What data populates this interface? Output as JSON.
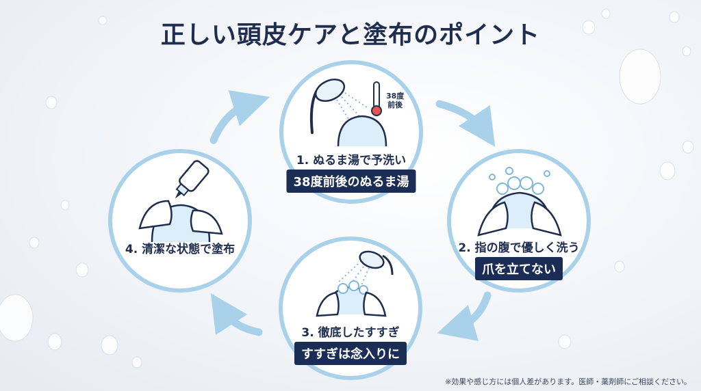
{
  "title": "正しい頭皮ケアと塗布のポイント",
  "steps": [
    {
      "label": "1. ぬるま湯で予洗い",
      "tag": "38度前後のぬるま湯",
      "icon": "shower-head-icon"
    },
    {
      "label": "2. 指の腹で優しく洗う",
      "tag": "爪を立てない",
      "icon": "hands-washing-hair-icon"
    },
    {
      "label": "3. 徹底したすすぎ",
      "tag": "すすぎは念入りに",
      "icon": "shower-rinse-icon"
    },
    {
      "label": "4. 清潔な状態で塗布",
      "tag": "",
      "icon": "dropper-bottle-icon"
    }
  ],
  "thermometer": {
    "line1": "38度",
    "line2": "前後"
  },
  "footnote": "※効果や感じ方には個人差があります。医師・薬剤師にご相談ください。",
  "colors": {
    "ring": "#a9d2ea",
    "tag_bg": "#1b2d55",
    "title": "#1f2d4f",
    "arrow": "#a9d2ea"
  }
}
